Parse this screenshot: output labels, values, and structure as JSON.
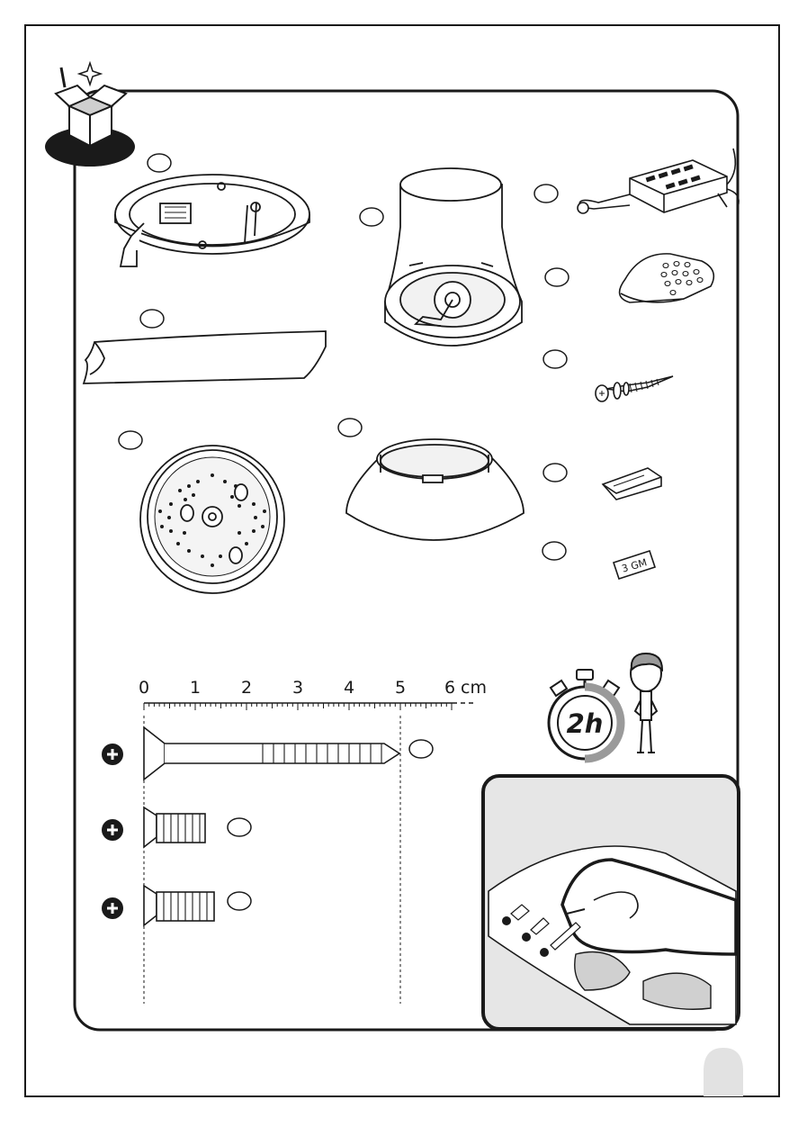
{
  "ruler": {
    "ticks": [
      "0",
      "1",
      "2",
      "3",
      "4",
      "5",
      "6"
    ],
    "unit": "cm"
  },
  "stopwatch": {
    "label": "2h"
  },
  "parts": {
    "tape_label": "3 GM"
  },
  "colors": {
    "line": "#1a1a1a",
    "panel_bg": "#e6e6e6",
    "badge": "#e2e2e2"
  },
  "icons": [
    "open-box-icon",
    "stopwatch-icon",
    "person-icon",
    "plus-circle-icon"
  ]
}
